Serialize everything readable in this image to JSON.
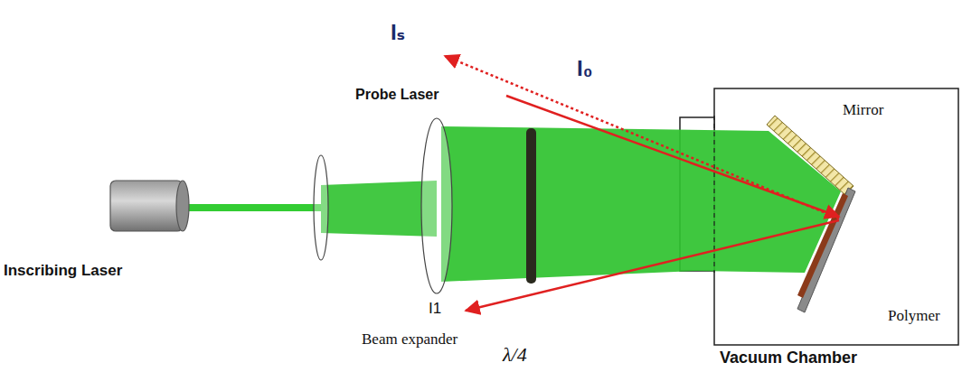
{
  "diagram": {
    "labels": [
      "Iₛ",
      "I₀",
      "Probe Laser",
      "Mirror",
      "Inscribing Laser",
      "I1",
      "Beam expander",
      "λ/4",
      "Polymer",
      "Vacuum Chamber"
    ]
  }
}
